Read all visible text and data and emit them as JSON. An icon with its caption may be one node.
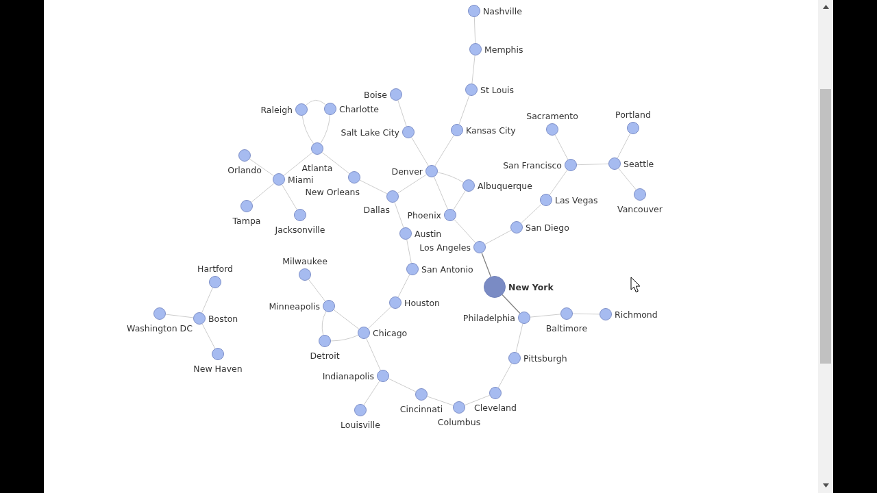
{
  "diagram": {
    "nodes": [
      {
        "text": [
          "Nashville"
        ]
      },
      {
        "text": [
          "Memphis"
        ]
      },
      {
        "text": [
          "St Louis"
        ]
      },
      {
        "text": [
          "Boise"
        ]
      },
      {
        "text": [
          "Raleigh"
        ]
      },
      {
        "text": [
          "Charlotte"
        ]
      },
      {
        "text": [
          "Sacramento"
        ]
      },
      {
        "text": [
          "Portland"
        ]
      },
      {
        "text": [
          "Kansas City"
        ]
      },
      {
        "text": [
          "Salt Lake City"
        ]
      },
      {
        "text": [
          "Atlanta"
        ]
      },
      {
        "text": [
          "Orlando"
        ]
      },
      {
        "text": [
          "San Francisco"
        ]
      },
      {
        "text": [
          "Seattle"
        ]
      },
      {
        "text": [
          "Denver"
        ]
      },
      {
        "text": [
          "New Orleans"
        ]
      },
      {
        "text": [
          "Miami"
        ]
      },
      {
        "text": [
          "Albuquerque"
        ]
      },
      {
        "text": [
          "Dallas"
        ]
      },
      {
        "text": [
          "Vancouver"
        ]
      },
      {
        "text": [
          "Las Vegas"
        ]
      },
      {
        "text": [
          "Tampa"
        ]
      },
      {
        "text": [
          "Jacksonville"
        ]
      },
      {
        "text": [
          "Phoenix"
        ]
      },
      {
        "text": [
          "San Diego"
        ]
      },
      {
        "text": [
          "Austin"
        ]
      },
      {
        "text": [
          "Los Angeles"
        ]
      },
      {
        "text": [
          "San Antonio"
        ]
      },
      {
        "text": [
          "Milwaukee"
        ]
      },
      {
        "text": [
          "Hartford"
        ]
      },
      {
        "text": [
          "New York"
        ]
      },
      {
        "text": [
          "Minneapolis"
        ]
      },
      {
        "text": [
          "Houston"
        ]
      },
      {
        "text": [
          "Washington DC"
        ]
      },
      {
        "text": [
          "Richmond"
        ]
      },
      {
        "text": [
          "Baltimore"
        ]
      },
      {
        "text": [
          "Boston"
        ]
      },
      {
        "text": [
          "Philadelphia"
        ]
      },
      {
        "text": [
          "Chicago"
        ]
      },
      {
        "text": [
          "Detroit"
        ]
      },
      {
        "text": [
          "New Haven"
        ]
      },
      {
        "text": [
          "Pittsburgh"
        ]
      },
      {
        "text": [
          "Indianapolis"
        ]
      },
      {
        "text": [
          "Cleveland"
        ]
      },
      {
        "text": [
          "Cincinnati"
        ]
      },
      {
        "text": [
          "Columbus"
        ]
      },
      {
        "text": [
          "Louisville"
        ]
      }
    ],
    "edges": [
      {
        "from": 0,
        "to": 1,
        "arrow": "none"
      },
      {
        "from": 1,
        "to": 2,
        "arrow": "none"
      },
      {
        "from": 2,
        "to": 8,
        "arrow": "none"
      },
      {
        "from": 8,
        "to": 14,
        "arrow": "none"
      },
      {
        "from": 3,
        "to": 9,
        "arrow": "none"
      },
      {
        "from": 9,
        "to": 14,
        "arrow": "none"
      },
      {
        "from": 14,
        "to": 18,
        "arrow": "none"
      },
      {
        "from": 14,
        "to": 17,
        "arrow": "none"
      },
      {
        "from": 14,
        "to": 23,
        "arrow": "none"
      },
      {
        "from": 17,
        "to": 23,
        "arrow": "none"
      },
      {
        "from": 18,
        "to": 15,
        "arrow": "none"
      },
      {
        "from": 15,
        "to": 10,
        "arrow": "none"
      },
      {
        "from": 10,
        "to": 4,
        "arrow": "none"
      },
      {
        "from": 10,
        "to": 5,
        "arrow": "none"
      },
      {
        "from": 4,
        "to": 5,
        "arrow": "none"
      },
      {
        "from": 10,
        "to": 16,
        "arrow": "none"
      },
      {
        "from": 16,
        "to": 11,
        "arrow": "none"
      },
      {
        "from": 16,
        "to": 21,
        "arrow": "none"
      },
      {
        "from": 16,
        "to": 22,
        "arrow": "none"
      },
      {
        "from": 18,
        "to": 25,
        "arrow": "none"
      },
      {
        "from": 25,
        "to": 27,
        "arrow": "none"
      },
      {
        "from": 27,
        "to": 32,
        "arrow": "none"
      },
      {
        "from": 32,
        "to": 38,
        "arrow": "none"
      },
      {
        "from": 38,
        "to": 31,
        "arrow": "none"
      },
      {
        "from": 31,
        "to": 28,
        "arrow": "none"
      },
      {
        "from": 31,
        "to": 39,
        "arrow": "none"
      },
      {
        "from": 39,
        "to": 38,
        "arrow": "none"
      },
      {
        "from": 38,
        "to": 42,
        "arrow": "none"
      },
      {
        "from": 42,
        "to": 46,
        "arrow": "none"
      },
      {
        "from": 42,
        "to": 44,
        "arrow": "none"
      },
      {
        "from": 44,
        "to": 45,
        "arrow": "none"
      },
      {
        "from": 45,
        "to": 43,
        "arrow": "none"
      },
      {
        "from": 43,
        "to": 41,
        "arrow": "none"
      },
      {
        "from": 41,
        "to": 37,
        "arrow": "none"
      },
      {
        "from": 37,
        "to": 30,
        "arrow": "none",
        "color": "#808080"
      },
      {
        "from": 30,
        "to": 26,
        "arrow": "none",
        "color": "#808080"
      },
      {
        "from": 26,
        "to": 23,
        "arrow": "none"
      },
      {
        "from": 26,
        "to": 24,
        "arrow": "none"
      },
      {
        "from": 24,
        "to": 20,
        "arrow": "none"
      },
      {
        "from": 20,
        "to": 12,
        "arrow": "none"
      },
      {
        "from": 12,
        "to": 6,
        "arrow": "none"
      },
      {
        "from": 12,
        "to": 13,
        "arrow": "none"
      },
      {
        "from": 13,
        "to": 7,
        "arrow": "none"
      },
      {
        "from": 13,
        "to": 19,
        "arrow": "none"
      },
      {
        "from": 37,
        "to": 35,
        "arrow": "none"
      },
      {
        "from": 35,
        "to": 34,
        "arrow": "none"
      },
      {
        "from": 36,
        "to": 29,
        "arrow": "none"
      },
      {
        "from": 36,
        "to": 33,
        "arrow": "none"
      },
      {
        "from": 36,
        "to": 40,
        "arrow": "none"
      }
    ]
  }
}
